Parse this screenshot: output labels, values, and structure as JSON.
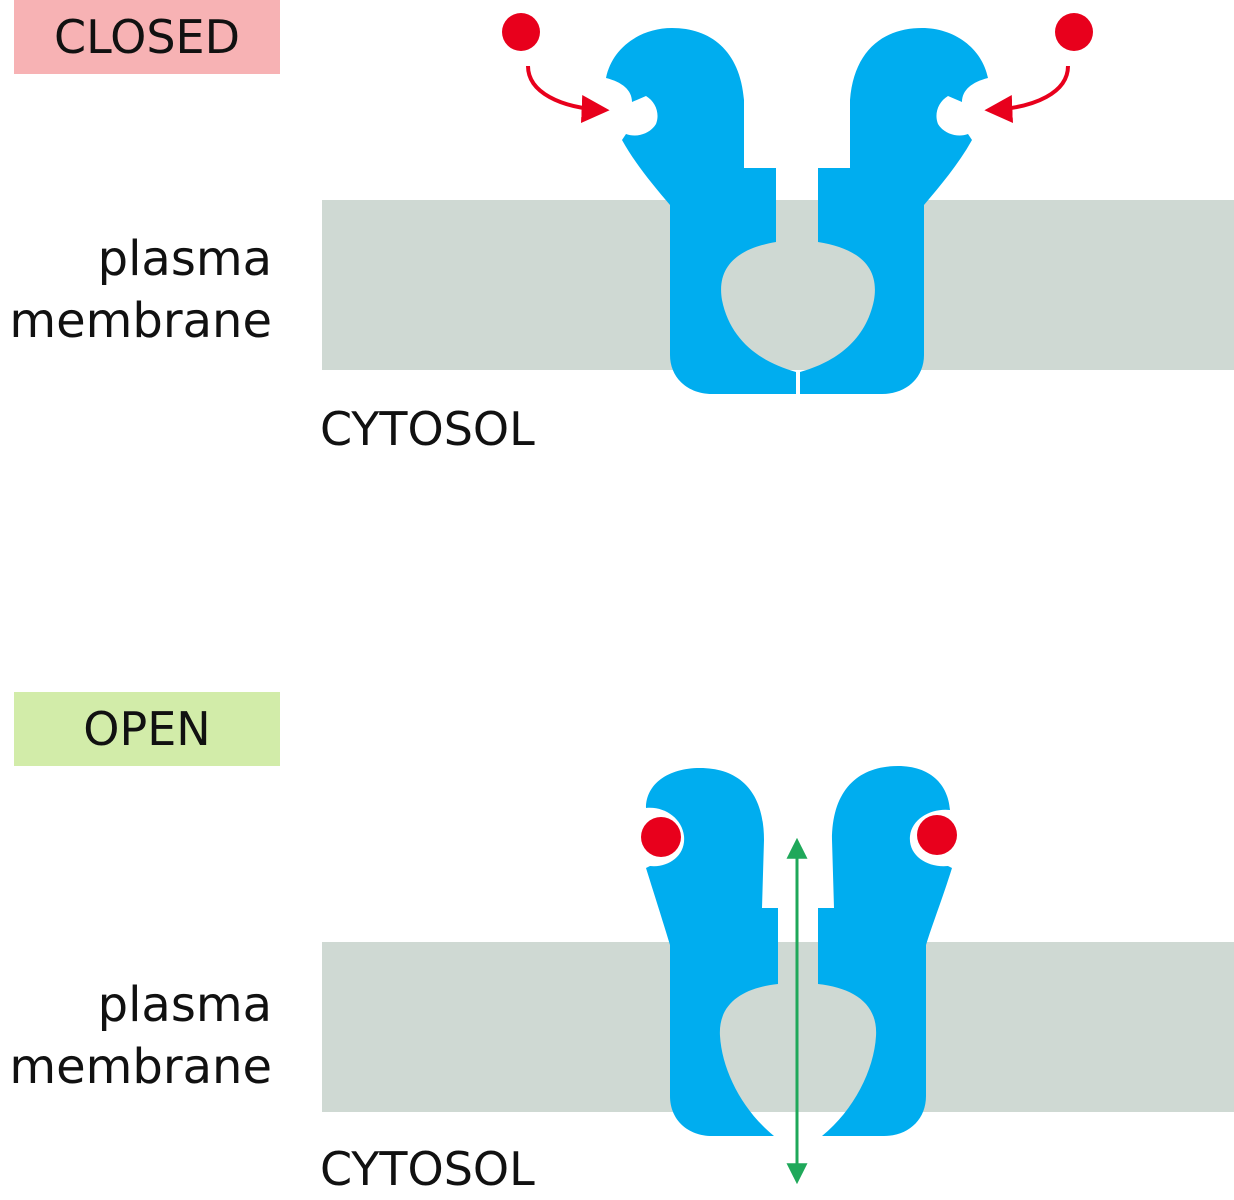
{
  "colors": {
    "closed_tag": "#f7b2b4",
    "open_tag": "#d2eca9",
    "membrane": "#cfd9d3",
    "channel": "#00adef",
    "ligand": "#e8001c",
    "binding_arrow": "#e8001c",
    "ion_flow_arrow": "#1fa85a"
  },
  "closed": {
    "label": "CLOSED",
    "membrane_label_line1": "plasma",
    "membrane_label_line2": "membrane",
    "cytosol_label": "CYTOSOL"
  },
  "open": {
    "label": "OPEN",
    "membrane_label_line1": "plasma",
    "membrane_label_line2": "membrane",
    "cytosol_label": "CYTOSOL"
  }
}
